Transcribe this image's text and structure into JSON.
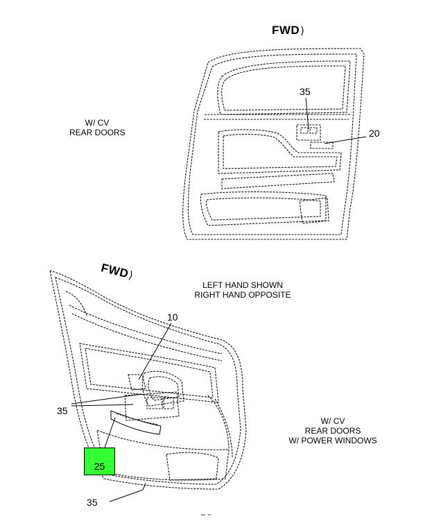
{
  "top_view": {
    "fwd": "FWD",
    "caption_line1": "W/ CV",
    "caption_line2": "REAR DOORS",
    "callout_a": "35",
    "callout_b": "20"
  },
  "bottom_view": {
    "fwd": "FWD",
    "note_line1": "LEFT HAND SHOWN",
    "note_line2": "RIGHT HAND OPPOSITE",
    "callout_a": "10",
    "callout_b": "35",
    "callout_c": "25",
    "callout_d": "35",
    "caption_line1": "W/ CV",
    "caption_line2": "REAR DOORS",
    "caption_line3": "W/ POWER WINDOWS"
  },
  "highlight_color": "#33ff33"
}
